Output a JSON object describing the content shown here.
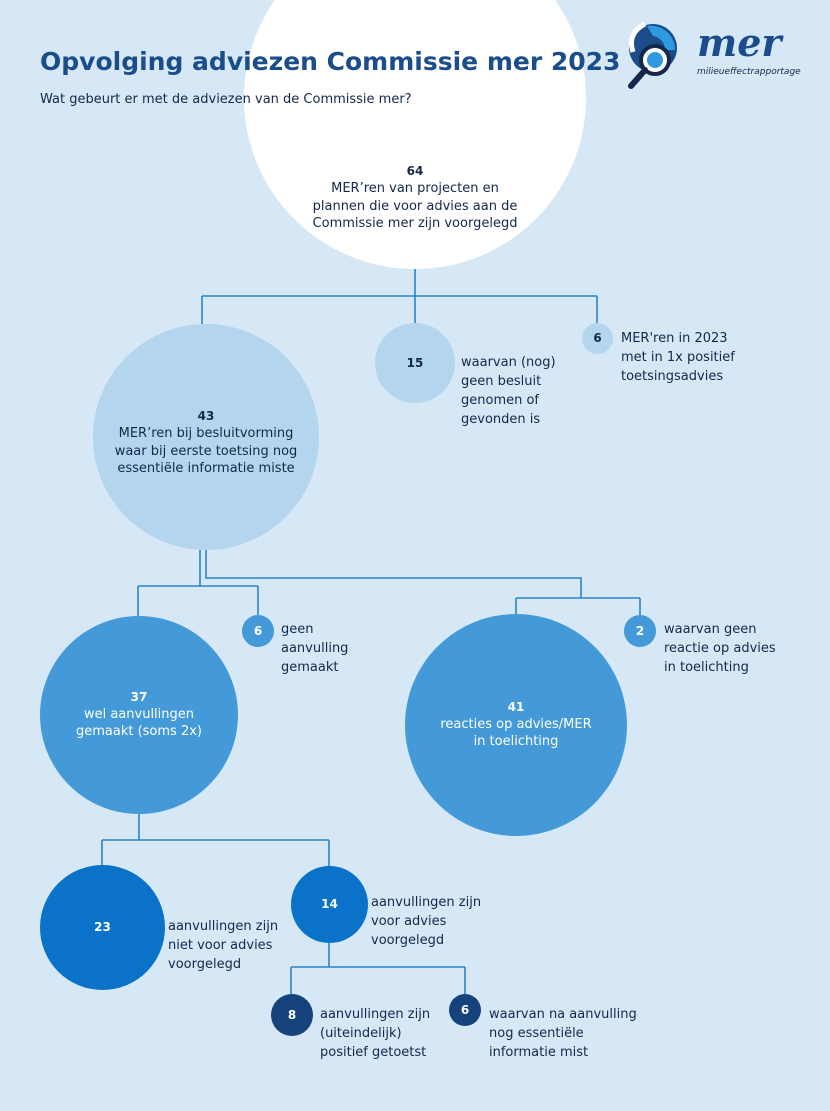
{
  "header": {
    "title": "Opvolging adviezen Commissie mer 2023",
    "subtitle": "Wat gebeurt er met de adviezen van de Commissie mer?"
  },
  "logo": {
    "word": "mer",
    "subtitle": "milieueffectrapportage",
    "icon": "magnifier-logo-icon"
  },
  "colors": {
    "background": "#d6e8f6",
    "level_root": "#ffffff",
    "level_1": "#b3d5ee",
    "level_2": "#449ad8",
    "level_3": "#0a72c8",
    "level_4": "#17437d",
    "connector": "#2a84c8",
    "title": "#1b4d8a"
  },
  "nodes": {
    "root": {
      "value": "64",
      "text": "MER’ren van projecten en\nplannen die voor advies aan de\nCommissie mer zijn voorgelegd"
    },
    "besluitvorming": {
      "value": "43",
      "text": "MER’ren bij besluitvorming\nwaar bij eerste toetsing nog\nessentiële informatie miste"
    },
    "geen_besluit": {
      "value": "15",
      "text": "waarvan (nog)\ngeen besluit\ngenomen of\ngevonden is"
    },
    "positief": {
      "value": "6",
      "text": "MER'ren in 2023\nmet in 1x positief\ntoetsingsadvies"
    },
    "wel_aanvullingen": {
      "value": "37",
      "text": "wel aanvullingen\ngemaakt (soms 2x)"
    },
    "geen_aanvulling": {
      "value": "6",
      "text": "geen\naanvulling\ngemaakt"
    },
    "reacties": {
      "value": "41",
      "text": "reacties op advies/MER\nin toelichting"
    },
    "geen_reactie": {
      "value": "2",
      "text": "waarvan geen\nreactie op advies\nin toelichting"
    },
    "niet_voorgelegd": {
      "value": "23",
      "text": "aanvullingen zijn\nniet voor advies\nvoorgelegd"
    },
    "voorgelegd": {
      "value": "14",
      "text": "aanvullingen zijn\nvoor advies\nvoorgelegd"
    },
    "positief_getoetst": {
      "value": "8",
      "text": "aanvullingen zijn\n(uiteindelijk)\npositief getoetst"
    },
    "info_mist": {
      "value": "6",
      "text": "waarvan na aanvulling\nnog essentiële\ninformatie mist"
    }
  }
}
